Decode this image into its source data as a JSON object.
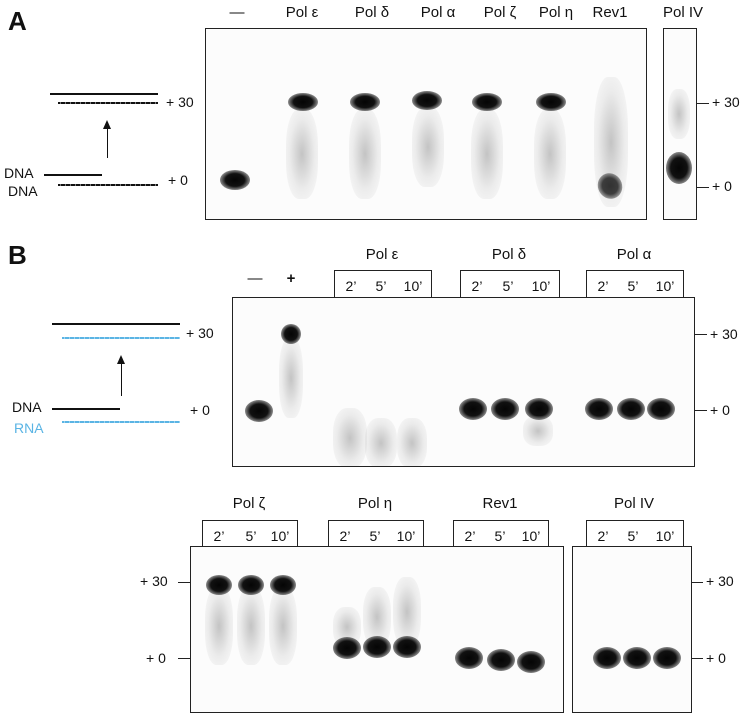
{
  "panelA": {
    "letter": "A",
    "lanes": [
      "—",
      "Pol ε",
      "Pol δ",
      "Pol α",
      "Pol ζ",
      "Pol η",
      "Rev1"
    ],
    "side_lane": "Pol IV",
    "schematic": {
      "top_plus30": "+ 30",
      "dna1": "DNA",
      "dna2": "DNA",
      "plus0": "+ 0"
    },
    "right_plus30": "+ 30",
    "right_plus0": "+ 0"
  },
  "panelB": {
    "letter": "B",
    "control_lanes": [
      "—",
      "+"
    ],
    "groups_top": [
      "Pol ε",
      "Pol δ",
      "Pol α"
    ],
    "groups_bottom": [
      "Pol ζ",
      "Pol η",
      "Rev1",
      "Pol IV"
    ],
    "times": [
      "2’",
      "5’",
      "10’"
    ],
    "schematic": {
      "plus30": "+ 30",
      "dna": "DNA",
      "rna": "RNA",
      "plus0": "+ 0"
    },
    "top_right_plus30": "+ 30",
    "top_right_plus0": "+ 0",
    "bottom_left_plus30": "+ 30",
    "bottom_left_plus0": "+ 0",
    "bottom_right_plus30": "+ 30",
    "bottom_right_plus0": "+ 0"
  },
  "colors": {
    "rna": "#5ab4e4",
    "band": "#0a0a0a"
  }
}
